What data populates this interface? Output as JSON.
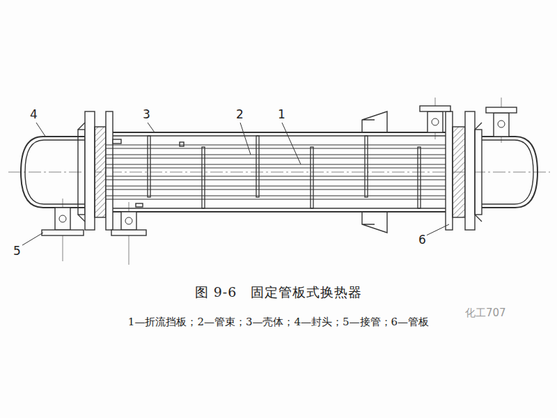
{
  "diagram": {
    "title": "图 9-6　固定管板式换热器",
    "caption": "1—折流挡板；2—管束；3—壳体；4—封头；5—接管；6—管板",
    "labels": [
      "1",
      "2",
      "3",
      "4",
      "5",
      "6",
      "化工707"
    ]
  }
}
